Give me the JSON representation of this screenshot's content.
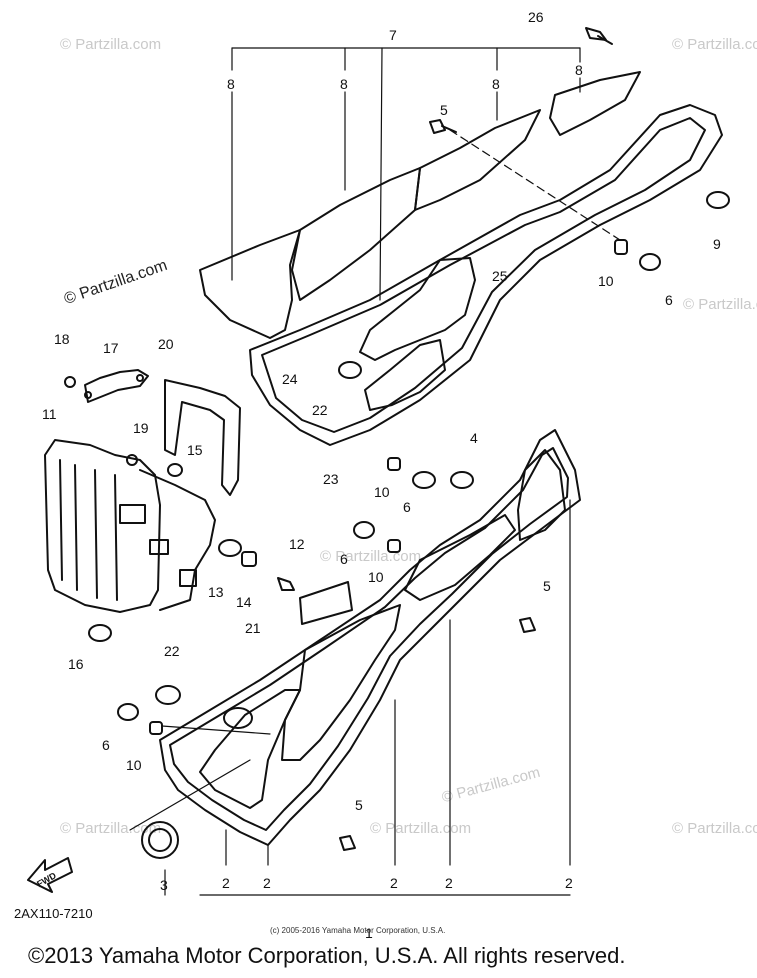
{
  "watermarks": {
    "main": "© Partzilla.com",
    "repeat": "© Partzilla.com"
  },
  "callouts": {
    "c1": "1",
    "c2": "2",
    "c3": "3",
    "c4": "4",
    "c5": "5",
    "c6": "6",
    "c7": "7",
    "c8": "8",
    "c9": "9",
    "c10": "10",
    "c11": "11",
    "c12": "12",
    "c13": "13",
    "c14": "14",
    "c15": "15",
    "c16": "16",
    "c17": "17",
    "c18": "18",
    "c19": "19",
    "c20": "20",
    "c21": "21",
    "c22": "22",
    "c23": "23",
    "c24": "24",
    "c25": "25",
    "c26": "26"
  },
  "fwd_label": "FWD",
  "diagram_code": "2AX110-7210",
  "small_copyright": "(c) 2005-2016 Yamaha Motor Corporation, U.S.A.",
  "footer": "©2013 Yamaha Motor Corporation, U.S.A. All rights reserved.",
  "colors": {
    "line": "#111111",
    "watermark": "#c9c9c9",
    "background": "#ffffff"
  }
}
